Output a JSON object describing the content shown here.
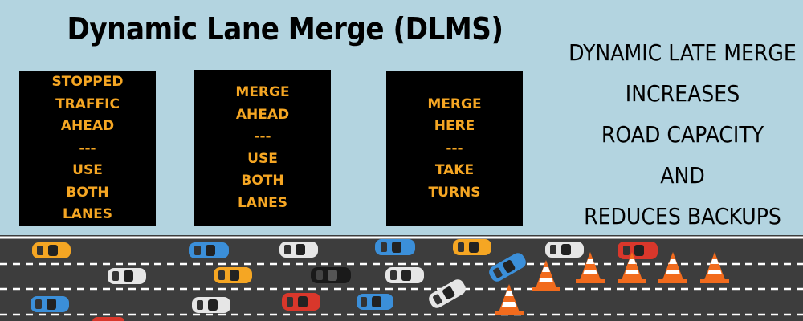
{
  "title": "Dynamic Lane Merge (DLMS)",
  "signs": [
    {
      "lines": [
        "STOPPED",
        "TRAFFIC",
        "AHEAD",
        "---",
        "USE",
        "BOTH",
        "LANES"
      ]
    },
    {
      "lines": [
        "MERGE",
        "AHEAD",
        "---",
        "USE",
        "BOTH",
        "LANES"
      ]
    },
    {
      "lines": [
        "MERGE",
        "HERE",
        "---",
        "TAKE",
        "TURNS"
      ]
    }
  ],
  "claim_lines": [
    "DYNAMIC LATE MERGE",
    "INCREASES",
    "ROAD CAPACITY",
    "AND",
    "REDUCES BACKUPS"
  ],
  "colors": {
    "background": "#b3d4e0",
    "sign_text": "#f5a623",
    "road": "#3d3d3d",
    "lane_mark": "#ffffff"
  }
}
